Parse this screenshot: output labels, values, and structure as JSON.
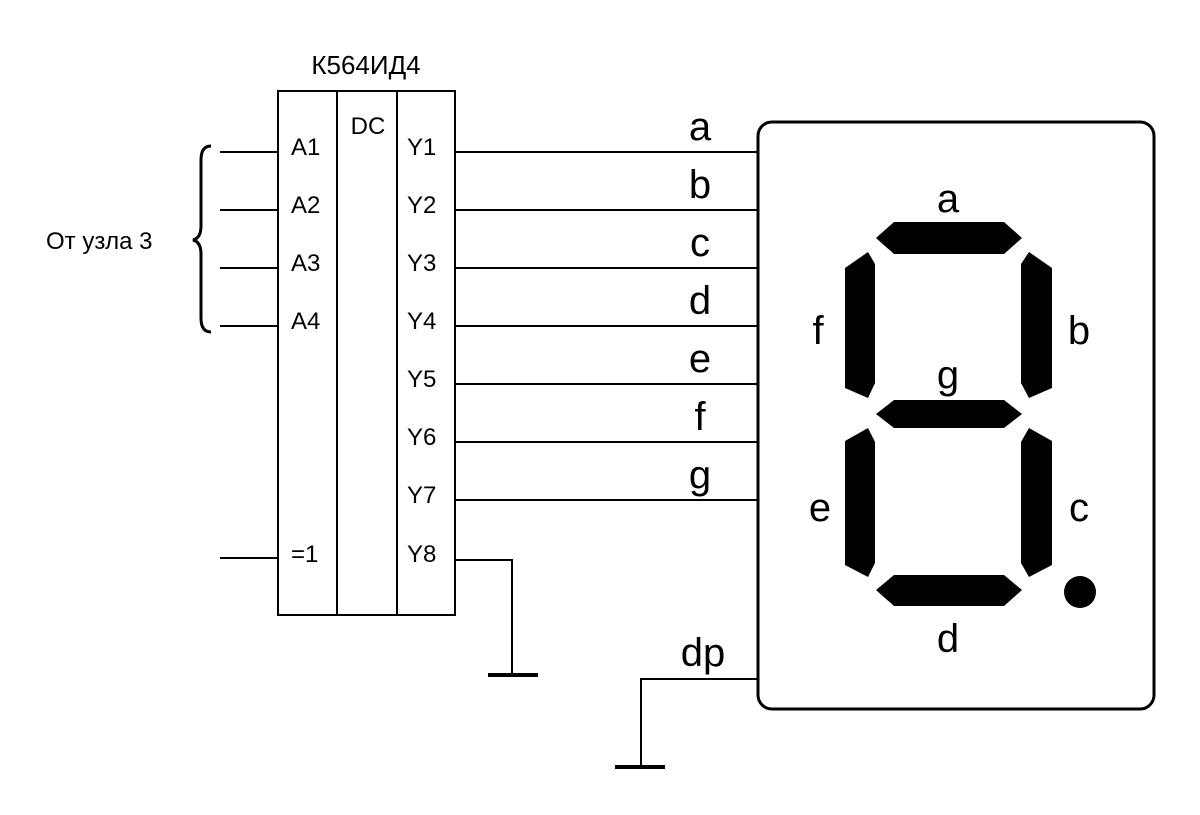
{
  "chip": {
    "title": "К564ИД4",
    "function_label": "DC",
    "inputs": [
      "A1",
      "A2",
      "A3",
      "A4"
    ],
    "enable_label": "=1",
    "outputs": [
      "Y1",
      "Y2",
      "Y3",
      "Y4",
      "Y5",
      "Y6",
      "Y7",
      "Y8"
    ]
  },
  "input_source_label": "От узла 3",
  "line_labels": [
    "a",
    "b",
    "c",
    "d",
    "e",
    "f",
    "g"
  ],
  "display": {
    "dp_label": "dp",
    "segment_labels": {
      "a": "a",
      "b": "b",
      "c": "c",
      "d": "d",
      "e": "e",
      "f": "f",
      "g": "g"
    }
  }
}
